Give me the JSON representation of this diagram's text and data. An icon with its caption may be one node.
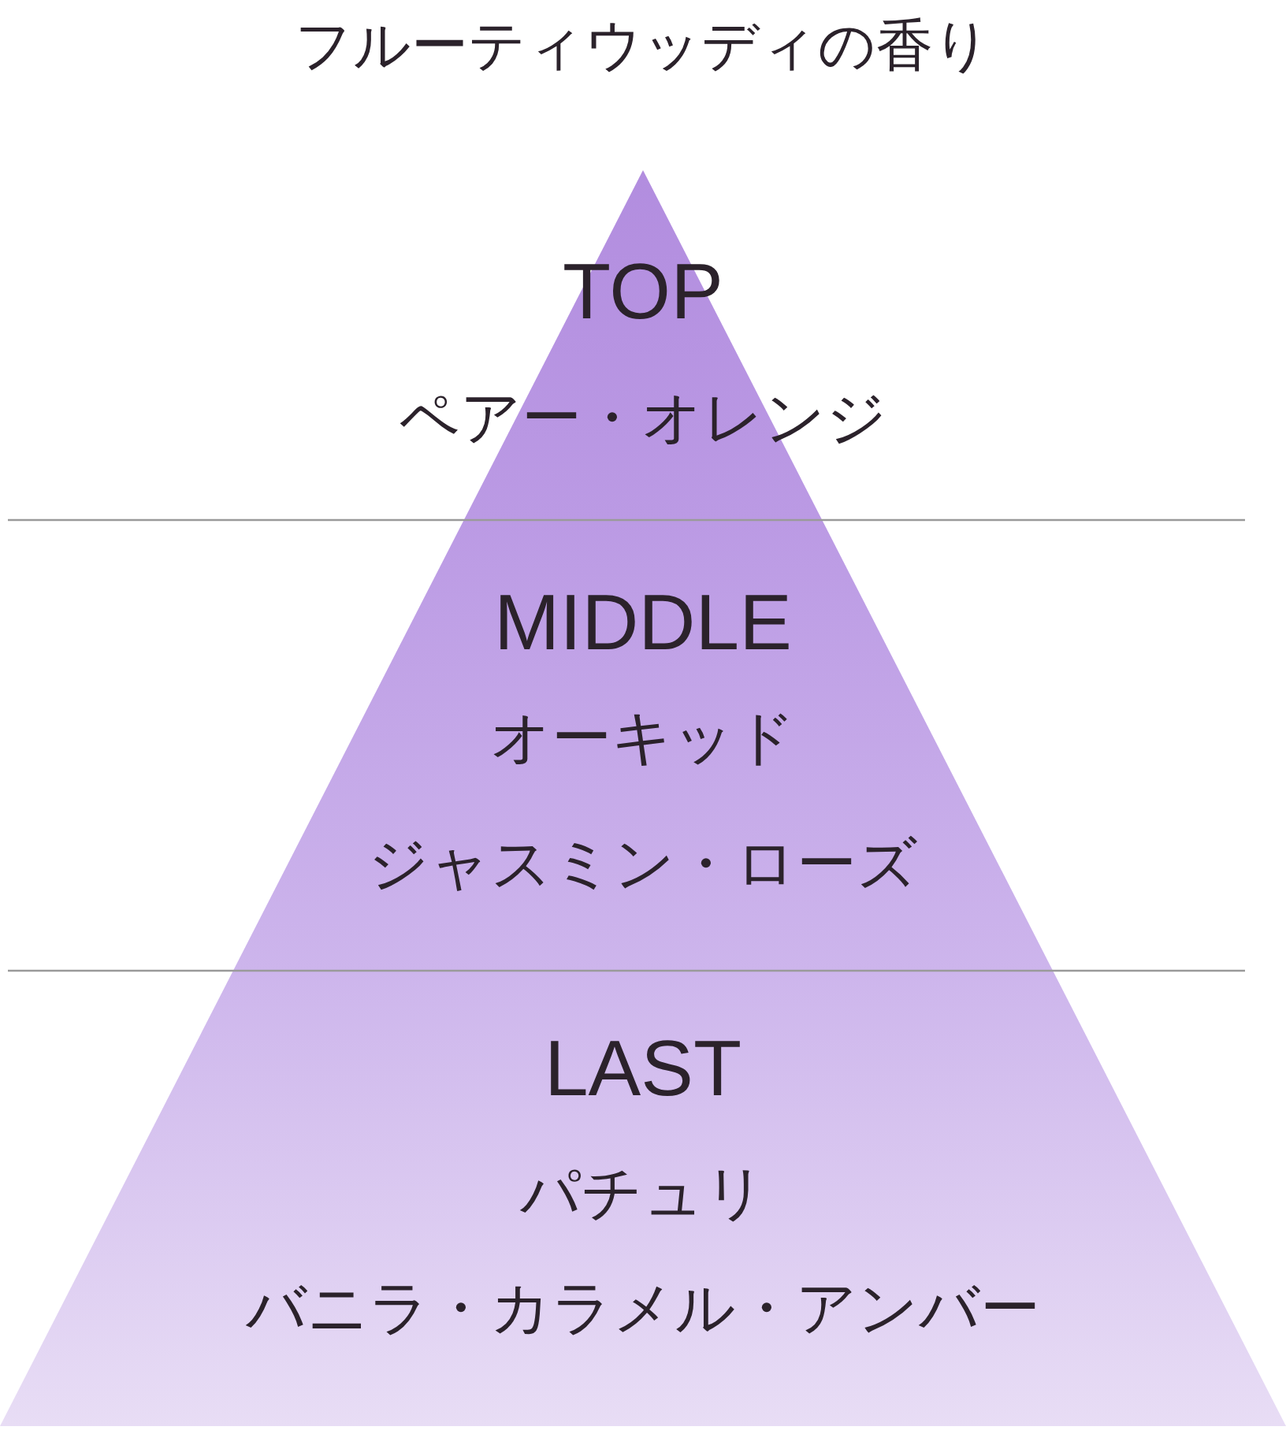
{
  "diagram": {
    "title": "フルーティウッディの香り",
    "nodes": [
      {
        "text": [
          "TOP",
          "ペアー・オレンジ"
        ]
      },
      {
        "text": [
          "MIDDLE",
          "オーキッド",
          "ジャスミン・ローズ"
        ]
      },
      {
        "text": [
          "LAST",
          "パチュリ",
          "バニラ・カラメル・アンバー"
        ]
      }
    ]
  }
}
